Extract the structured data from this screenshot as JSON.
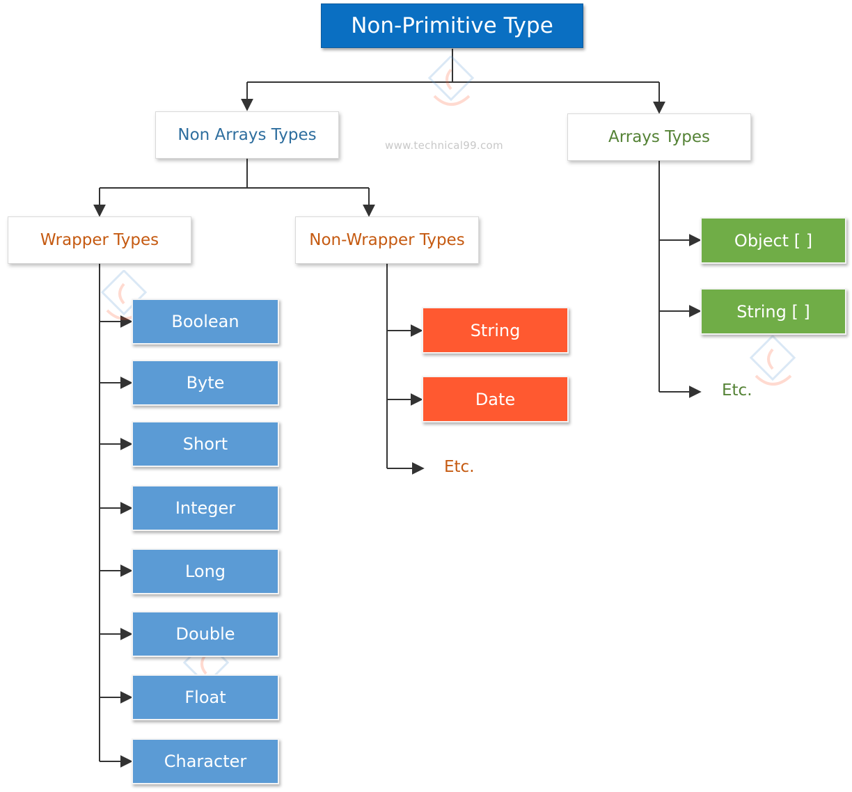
{
  "colors": {
    "root": "#0a6fc2",
    "wrapper_leaf": "#5b9bd5",
    "nonwrapper_leaf": "#ff5930",
    "array_leaf": "#70ad47",
    "title_blue_text": "#2e6e9e",
    "title_orange_text": "#c55a11",
    "title_green_text": "#548235",
    "line": "#333333"
  },
  "watermark": "www.technical99.com",
  "root": "Non-Primitive Type",
  "non_arrays": {
    "label": "Non Arrays Types",
    "wrapper": {
      "label": "Wrapper Types",
      "items": [
        "Boolean",
        "Byte",
        "Short",
        "Integer",
        "Long",
        "Double",
        "Float",
        "Character"
      ]
    },
    "non_wrapper": {
      "label": "Non-Wrapper Types",
      "items": [
        "String",
        "Date"
      ],
      "etc": "Etc."
    }
  },
  "arrays": {
    "label": "Arrays Types",
    "items": [
      "Object [ ]",
      "String [ ]"
    ],
    "etc": "Etc."
  }
}
